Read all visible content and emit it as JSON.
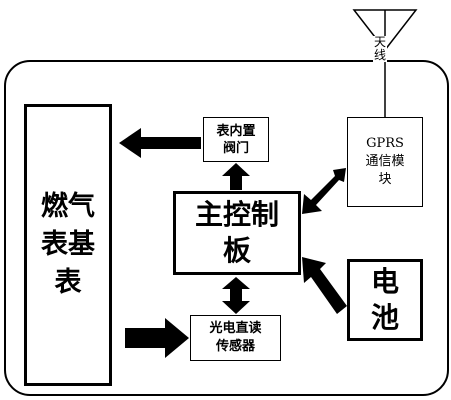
{
  "diagram": {
    "meter": "燃气\n表基\n表",
    "valve": "表内置\n阀门",
    "main_board": "主控制\n板",
    "sensor": "光电直读\n传感器",
    "gprs": "GPRS\n通信模\n块",
    "battery": "电\n池",
    "antenna": "天线"
  },
  "colors": {
    "stroke": "#000000",
    "background": "#ffffff"
  },
  "icons": [
    "antenna-icon"
  ]
}
